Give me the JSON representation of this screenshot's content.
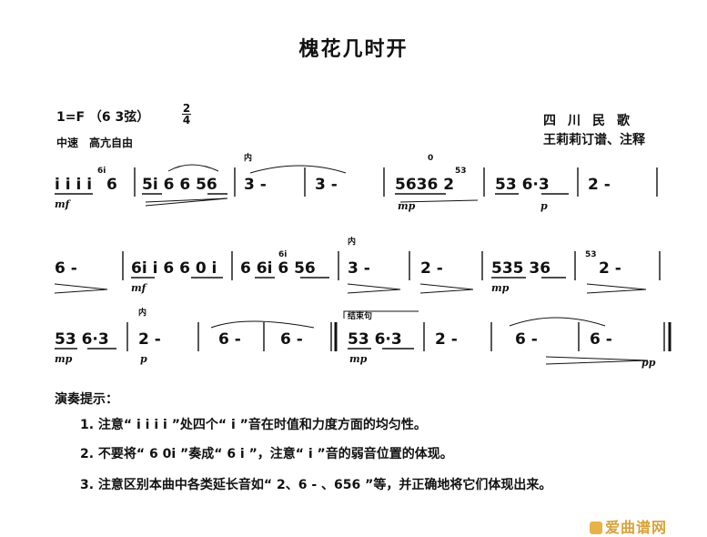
{
  "title": "槐花几时开",
  "key": "1=F （6 3弦）",
  "meter_top": "2",
  "meter_bottom": "4",
  "tempo": "中速　高亢自由",
  "genre": "四川民歌",
  "arranger": "王莉莉订谱、注释",
  "score": {
    "row1": {
      "m0": "i i i i",
      "m0b": "6",
      "m1": "5i 6 6 56",
      "m2": "3 -",
      "m3": "3 -",
      "m4": "5636 2",
      "m5": "53 6·3",
      "m6": "2 -"
    },
    "row2": {
      "m0": "6 -",
      "m1": "6i i 6 6 0 i",
      "m2": "6 6i 6 56",
      "m3": "3 -",
      "m4": "2 -",
      "m5": "535 36",
      "m6": "2 -"
    },
    "row3": {
      "m0": "53 6·3",
      "m1": "2 -",
      "m2": "6 -",
      "m3": "6 -",
      "m4": "53 6·3",
      "m5": "2 -",
      "m6": "6 -",
      "m7": "6 -"
    },
    "marks": {
      "in3": "内",
      "ending": "结束句",
      "grace1": "6i",
      "grace2": "53",
      "zero": "0"
    },
    "dyn": {
      "mf": "mf",
      "mp": "mp",
      "p": "p",
      "pp": "pp"
    }
  },
  "tips": {
    "label": "演奏提示：",
    "t1": "1. 注意“ i i i i ”处四个“ i ”音在时值和力度方面的均匀性。",
    "t2": "2. 不要将“ 6 0i ”奏成“ 6 i ”，注意“ i ”音的弱音位置的体现。",
    "t3": "3. 注意区别本曲中各类延长音如“ 2、6 - 、656 ”等，并正确地将它们体现出来。"
  },
  "watermark": "爱曲谱网"
}
